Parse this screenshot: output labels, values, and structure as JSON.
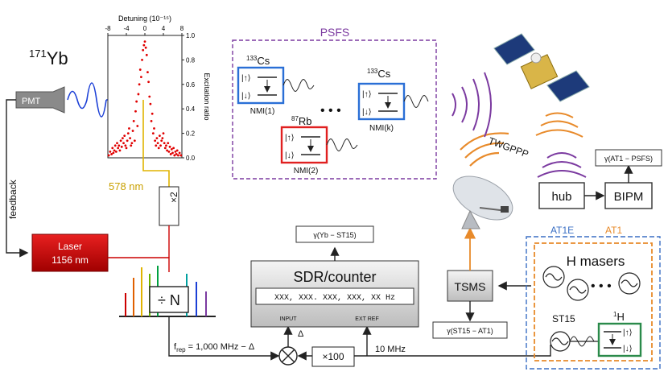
{
  "yb": {
    "label": "171Yb",
    "mass": "171",
    "sym": "Yb"
  },
  "pmt": {
    "label": "PMT"
  },
  "feedback": {
    "label": "feedback"
  },
  "laser": {
    "line1": "Laser",
    "line2": "1156 nm",
    "color": "#cc0000"
  },
  "wavelength_578": {
    "label": "578 nm",
    "color": "#e0b400"
  },
  "doubler": {
    "label": "×2"
  },
  "divider": {
    "label": "÷ N"
  },
  "frep": {
    "label_f": "f",
    "label_sub": "rep",
    "label_rest": " = 1,000 MHz − Δ"
  },
  "mixer_delta": {
    "label": "Δ"
  },
  "multiplier": {
    "label": "×100"
  },
  "ten_mhz": {
    "label": "10 MHz"
  },
  "sdr": {
    "title": "SDR/counter",
    "display": "XXX, XXX. XXX, XXX, XX   Hz",
    "input": "INPUT",
    "extref": "EXT REF"
  },
  "y_yb": {
    "label": "γ(Yb − ST15)"
  },
  "tsms": {
    "label": "TSMS"
  },
  "y_st15": {
    "label": "γ(ST15 − AT1)"
  },
  "twgppp": {
    "label": "TWGPPP"
  },
  "hub": {
    "label": "hub"
  },
  "bipm": {
    "label": "BIPM"
  },
  "y_at1": {
    "label": "γ(AT1 − PSFS)"
  },
  "psfs": {
    "label": "PSFS",
    "color": "#7b3aa0"
  },
  "cs1": {
    "mass": "133",
    "sym": "Cs",
    "name": "NMI(1)"
  },
  "rb": {
    "mass": "87",
    "sym": "Rb",
    "name": "NMI(2)"
  },
  "csk": {
    "mass": "133",
    "sym": "Cs",
    "name": "NMI(k)"
  },
  "at1e": {
    "label": "AT1E",
    "color": "#3a6fc4"
  },
  "at1": {
    "label": "AT1",
    "color": "#e88a2a"
  },
  "hmasers": {
    "label": "H masers"
  },
  "st15": {
    "label": "ST15"
  },
  "h1": {
    "mass": "1",
    "sym": "H"
  },
  "state_up": "|↑⟩",
  "state_down": "|↓⟩",
  "dots": "• • •",
  "chart_data": {
    "type": "scatter",
    "xlabel": "Detuning (10⁻¹⁵)",
    "ylabel": "Excitation ratio",
    "xlim": [
      -8,
      8
    ],
    "ylim": [
      0,
      1.0
    ],
    "xticks": [
      -8,
      -4,
      0,
      4,
      8
    ],
    "xtick_labels": [
      "-8",
      "-4",
      "0",
      "4",
      "8"
    ],
    "yticks": [
      0.0,
      0.2,
      0.4,
      0.6,
      0.8,
      1.0
    ],
    "ytick_labels": [
      "0.0",
      "0.2",
      "0.4",
      "0.6",
      "0.8",
      "1.0"
    ],
    "series": [
      {
        "color": "#e00000",
        "x": [
          -7.8,
          -7.5,
          -7.2,
          -7.0,
          -6.8,
          -6.6,
          -6.4,
          -6.2,
          -6.0,
          -5.8,
          -5.6,
          -5.4,
          -5.2,
          -5.0,
          -4.8,
          -4.6,
          -4.4,
          -4.2,
          -4.0,
          -3.8,
          -3.6,
          -3.4,
          -3.2,
          -3.0,
          -2.8,
          -2.6,
          -2.4,
          -2.2,
          -2.0,
          -1.8,
          -1.6,
          -1.4,
          -1.2,
          -1.0,
          -0.8,
          -0.6,
          -0.4,
          -0.2,
          0.0,
          0.2,
          0.4,
          0.6,
          0.8,
          1.0,
          1.2,
          1.4,
          1.6,
          1.8,
          2.0,
          2.2,
          2.4,
          2.6,
          2.8,
          3.0,
          3.2,
          3.4,
          3.6,
          3.8,
          4.0,
          4.2,
          4.4,
          4.6,
          4.8,
          5.0,
          5.2,
          5.4,
          5.6,
          5.8,
          6.0,
          6.2,
          6.4,
          6.6,
          6.8,
          7.0,
          7.2,
          7.5,
          7.8
        ],
        "y": [
          0.02,
          0.05,
          0.03,
          0.08,
          0.04,
          0.06,
          0.1,
          0.05,
          0.12,
          0.08,
          0.1,
          0.06,
          0.14,
          0.09,
          0.16,
          0.12,
          0.18,
          0.1,
          0.08,
          0.14,
          0.2,
          0.24,
          0.16,
          0.1,
          0.12,
          0.22,
          0.3,
          0.14,
          0.38,
          0.46,
          0.26,
          0.52,
          0.6,
          0.72,
          0.66,
          0.8,
          0.88,
          0.92,
          0.95,
          0.9,
          0.84,
          0.7,
          0.62,
          0.5,
          0.44,
          0.3,
          0.36,
          0.2,
          0.24,
          0.14,
          0.1,
          0.16,
          0.12,
          0.08,
          0.18,
          0.1,
          0.14,
          0.16,
          0.2,
          0.12,
          0.08,
          0.1,
          0.06,
          0.12,
          0.05,
          0.09,
          0.03,
          0.07,
          0.04,
          0.08,
          0.02,
          0.05,
          0.03,
          0.06,
          0.02,
          0.04,
          0.02
        ]
      }
    ]
  }
}
